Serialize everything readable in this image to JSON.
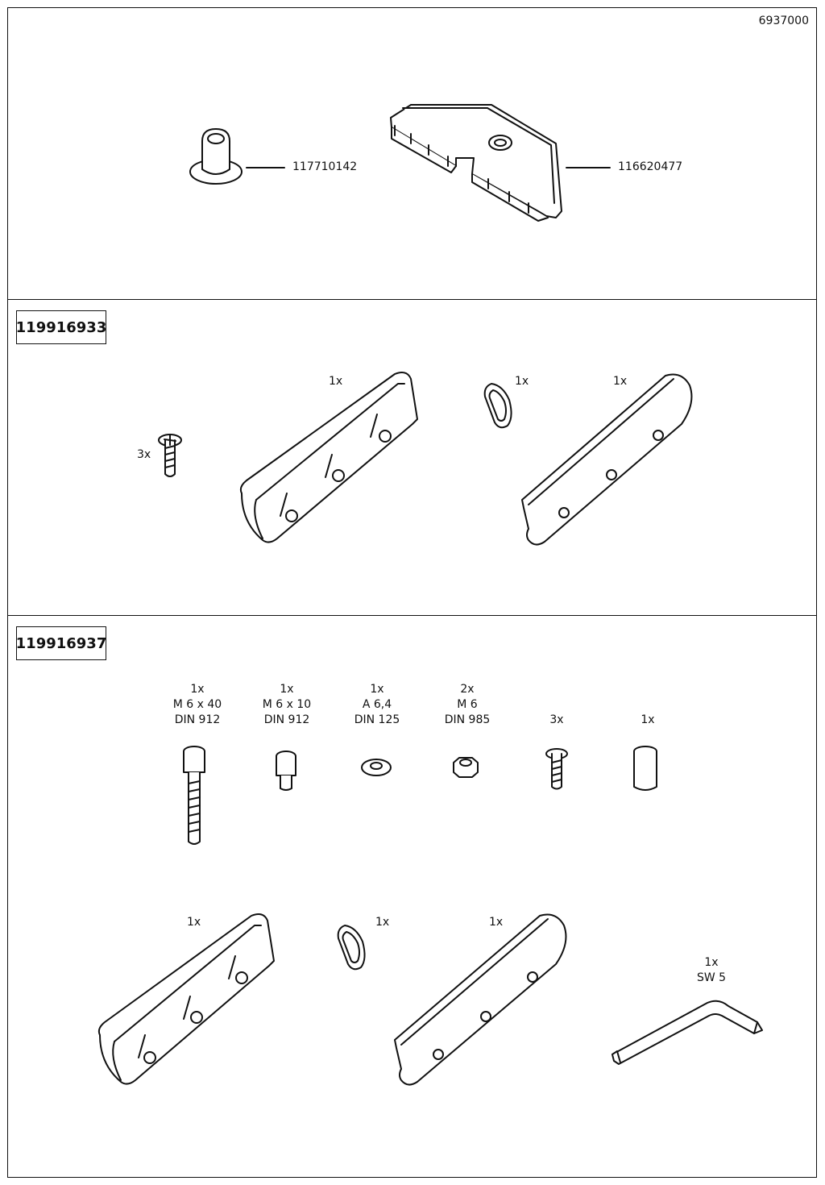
{
  "document_number": "6937000",
  "section1": {
    "part_a": {
      "number": "117710142"
    },
    "part_b": {
      "number": "116620477"
    }
  },
  "section2": {
    "kit_number": "119916933",
    "screw_qty": "3x",
    "end_cap_qty": "1x",
    "insert_qty": "1x",
    "cover_qty": "1x"
  },
  "section3": {
    "kit_number": "119916937",
    "hardware": [
      {
        "qty": "1x",
        "size": "M 6 x 40",
        "standard": "DIN 912"
      },
      {
        "qty": "1x",
        "size": "M 6 x 10",
        "standard": "DIN 912"
      },
      {
        "qty": "1x",
        "size": "A 6,4",
        "standard": "DIN 125"
      },
      {
        "qty": "2x",
        "size": "M 6",
        "standard": "DIN 985"
      },
      {
        "qty": "3x"
      },
      {
        "qty": "1x"
      }
    ],
    "end_cap_qty": "1x",
    "insert_qty": "1x",
    "cover_qty": "1x",
    "hex_key": {
      "qty": "1x",
      "size": "SW 5"
    }
  }
}
